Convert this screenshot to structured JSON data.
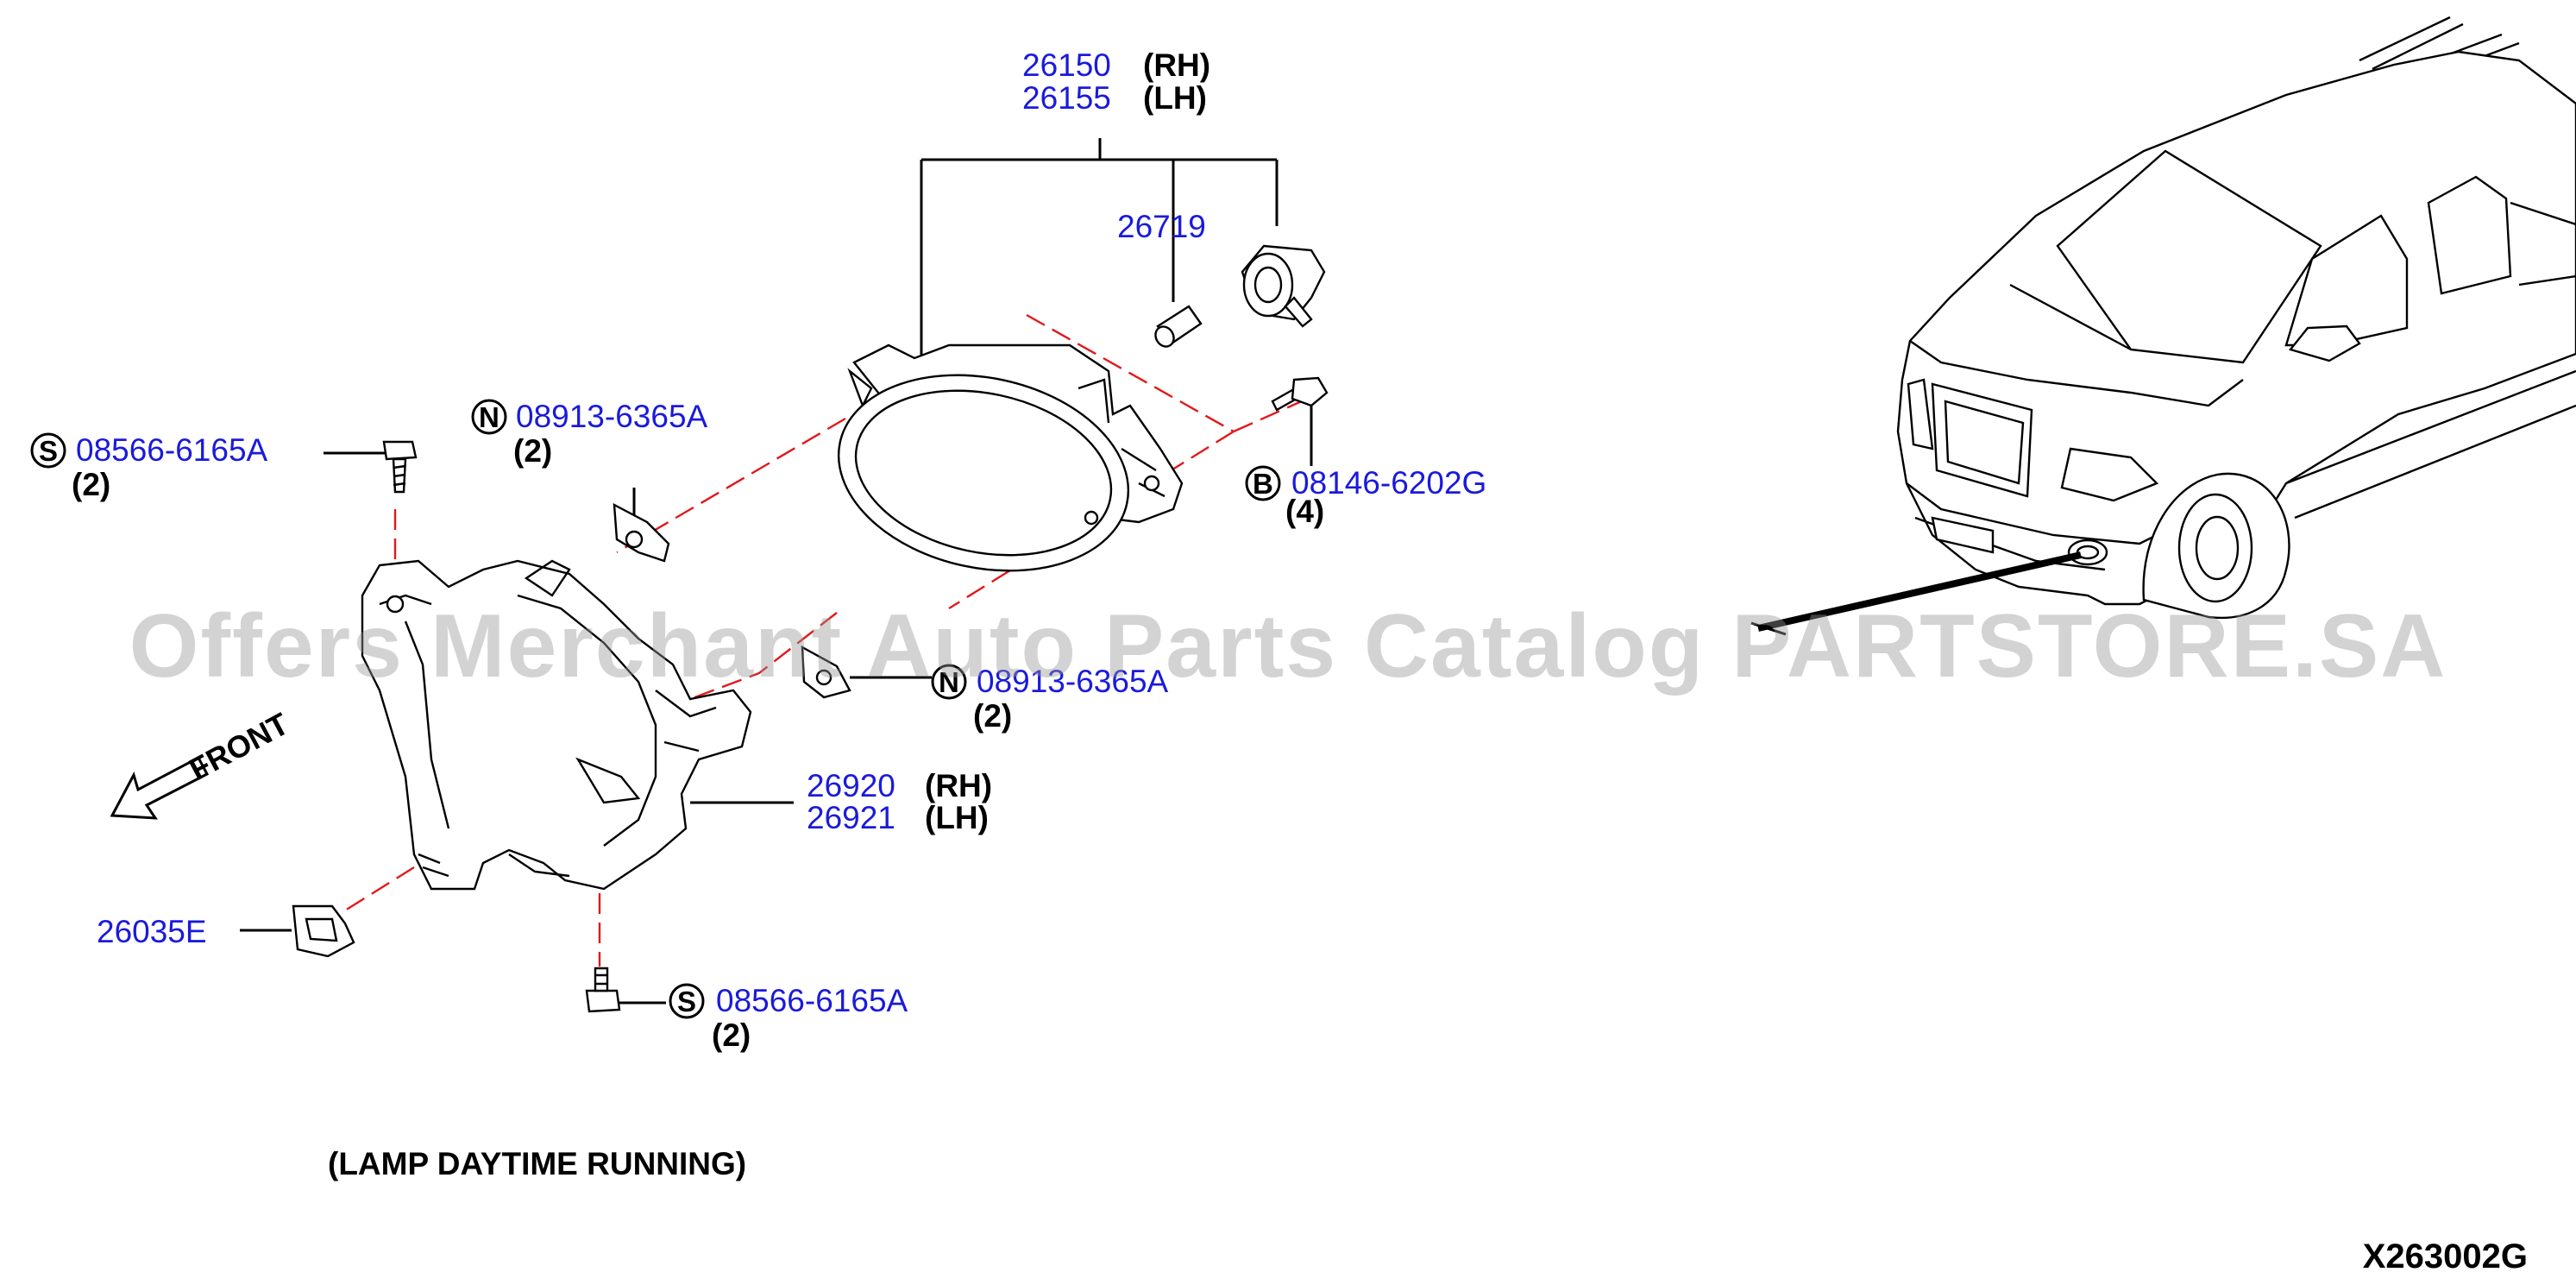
{
  "callouts": {
    "lamp_rh": {
      "number": "26150",
      "qualifier": "(RH)"
    },
    "lamp_lh": {
      "number": "26155",
      "qualifier": "(LH)"
    },
    "bulb": {
      "number": "26719"
    },
    "screw_b": {
      "symbol": "B",
      "number": "08146-6202G",
      "qty": "(4)"
    },
    "nut_top": {
      "symbol": "N",
      "number": "08913-6365A",
      "qty": "(2)"
    },
    "nut_mid": {
      "symbol": "N",
      "number": "08913-6365A",
      "qty": "(2)"
    },
    "screw_top": {
      "symbol": "S",
      "number": "08566-6165A",
      "qty": "(2)"
    },
    "screw_bottom": {
      "symbol": "S",
      "number": "08566-6165A",
      "qty": "(2)"
    },
    "bracket_rh": {
      "number": "26920",
      "qualifier": "(RH)"
    },
    "bracket_lh": {
      "number": "26921",
      "qualifier": "(LH)"
    },
    "clip": {
      "number": "26035E"
    }
  },
  "front_label": "FRONT",
  "caption": "(LAMP DAYTIME RUNNING)",
  "diagram_code": "X263002G",
  "watermark": "Offers Merchant Auto Parts Catalog PARTSTORE.SA",
  "colors": {
    "part_number": "#1a1adc",
    "leader_dash": "#e0191b",
    "line": "#000000"
  }
}
